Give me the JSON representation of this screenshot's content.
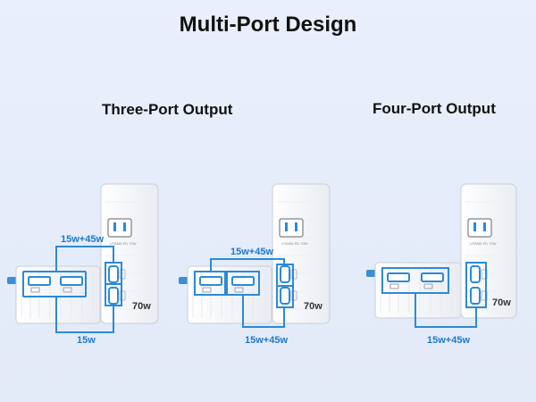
{
  "title": "Multi-Port Design",
  "three_port_title": "Three-Port Output",
  "four_port_title": "Four-Port Output",
  "group1": {
    "top_label": "15w+45w",
    "bottom_label": "15w",
    "wattage": "70w"
  },
  "group2": {
    "top_label": "15w+45w",
    "bottom_label": "15w+45w",
    "wattage": "70w"
  },
  "group3": {
    "bottom_label": "15w+45w",
    "wattage": "70w"
  },
  "colors": {
    "accent": "#1e79c8",
    "port_blue": "#3a8fd8",
    "background": "#e9effb"
  }
}
